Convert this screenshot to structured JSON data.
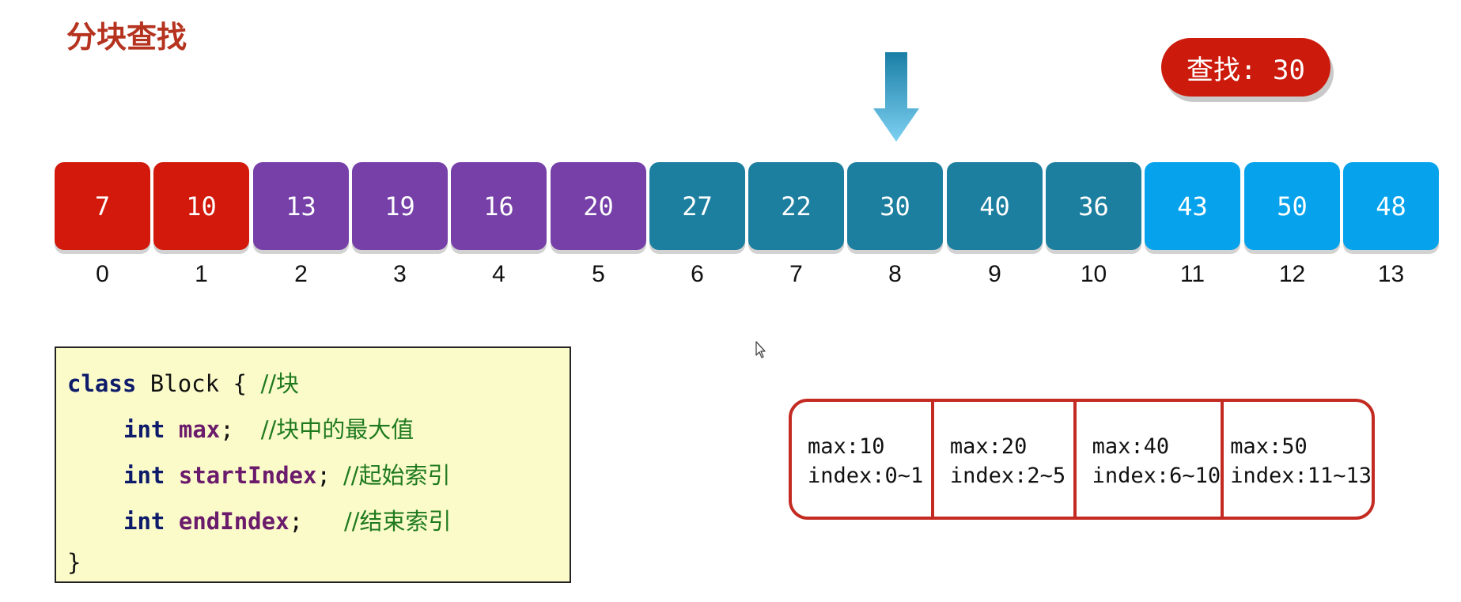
{
  "title": "分块查找",
  "search_badge": "查找: 30",
  "array": [
    {
      "value": "7",
      "index": "0",
      "color": "#d2190b"
    },
    {
      "value": "10",
      "index": "1",
      "color": "#d2190b"
    },
    {
      "value": "13",
      "index": "2",
      "color": "#7640a8"
    },
    {
      "value": "19",
      "index": "3",
      "color": "#7640a8"
    },
    {
      "value": "16",
      "index": "4",
      "color": "#7640a8"
    },
    {
      "value": "20",
      "index": "5",
      "color": "#7640a8"
    },
    {
      "value": "27",
      "index": "6",
      "color": "#1d7fa0"
    },
    {
      "value": "22",
      "index": "7",
      "color": "#1d7fa0"
    },
    {
      "value": "30",
      "index": "8",
      "color": "#1d7fa0"
    },
    {
      "value": "40",
      "index": "9",
      "color": "#1d7fa0"
    },
    {
      "value": "36",
      "index": "10",
      "color": "#1d7fa0"
    },
    {
      "value": "43",
      "index": "11",
      "color": "#06a3ec"
    },
    {
      "value": "50",
      "index": "12",
      "color": "#06a3ec"
    },
    {
      "value": "48",
      "index": "13",
      "color": "#06a3ec"
    }
  ],
  "code": {
    "line1_kw": "class",
    "line1_plain": " Block { ",
    "line1_cmt": "//块",
    "line2_kw": "int",
    "line2_field": "max",
    "line2_plain": ";",
    "line2_cmt": "//块中的最大值",
    "line3_kw": "int",
    "line3_field": "startIndex",
    "line3_plain": ";",
    "line3_cmt": "//起始索引",
    "line4_kw": "int",
    "line4_field": "endIndex",
    "line4_plain": ";",
    "line4_cmt": "//结束索引",
    "line5": "}"
  },
  "blocks": [
    {
      "max": "max:10",
      "index": "index:0~1"
    },
    {
      "max": "max:20",
      "index": "index:2~5"
    },
    {
      "max": "max:40",
      "index": "index:6~10"
    },
    {
      "max": "max:50",
      "index": "index:11~13"
    }
  ],
  "colors": {
    "title": "#b5331f",
    "badge": "#cc1a0c",
    "arrow_top": "#1a7fa5",
    "arrow_bottom": "#7dd0f2",
    "block_border": "#c32b22",
    "code_bg": "#fbfbca"
  },
  "icons": {
    "arrow": "down-arrow-icon",
    "cursor": "mouse-cursor-icon"
  }
}
